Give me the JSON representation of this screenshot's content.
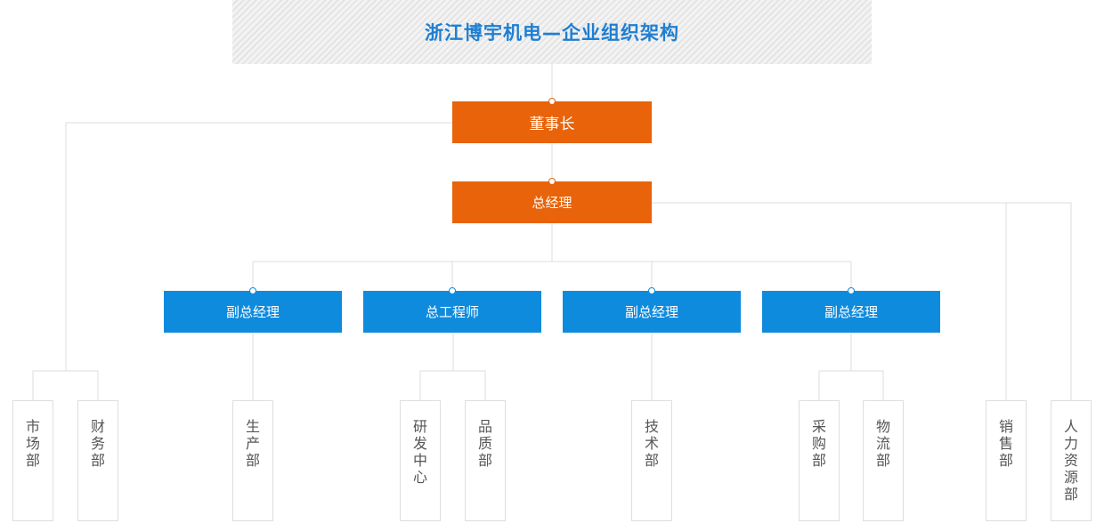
{
  "title": "浙江博宇机电—企业组织架构",
  "chairman": "董事长",
  "general_manager": "总经理",
  "managers": [
    "副总经理",
    "总工程师",
    "副总经理",
    "副总经理"
  ],
  "departments": [
    "市场部",
    "财务部",
    "生产部",
    "研发中心",
    "品质部",
    "技术部",
    "采购部",
    "物流部",
    "销售部",
    "人力资源部"
  ],
  "colors": {
    "title": "#1e7fd2",
    "top_box": "#e8630a",
    "manager_box": "#0f8bde",
    "line": "#dedede",
    "dept_text": "#555555"
  }
}
